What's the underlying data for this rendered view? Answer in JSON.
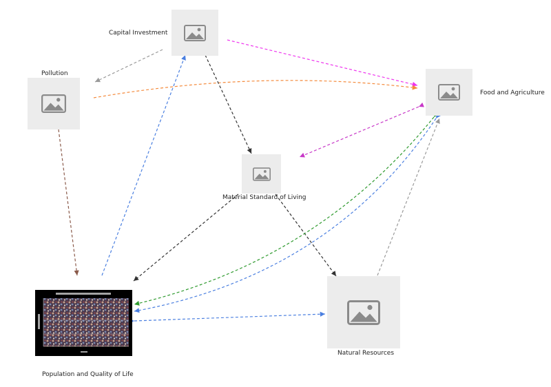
{
  "nodes": {
    "capital_investment": {
      "label": "Capital Investment",
      "icon": "image-placeholder-icon"
    },
    "pollution": {
      "label": "Pollution",
      "icon": "image-placeholder-icon"
    },
    "food_agriculture": {
      "label": "Food and Agriculture",
      "icon": "image-placeholder-icon"
    },
    "material_standard": {
      "label": "Material Standard of Living",
      "icon": "image-placeholder-icon"
    },
    "population": {
      "label": "Population and Quality of Life",
      "image": "crowd-chart-photo"
    },
    "natural_resources": {
      "label": "Natural Resources",
      "icon": "image-placeholder-icon"
    }
  },
  "colors": {
    "magenta": "#ee33ee",
    "orange": "#f4893a",
    "gray": "#9a9a9a",
    "blue": "#4a7fe0",
    "green": "#2e9a2e",
    "dark": "#333333",
    "brown": "#8a5a4a",
    "purple": "#c838c8",
    "placeholder_bg": "#ececec",
    "placeholder_icon": "#8a8a8a"
  }
}
